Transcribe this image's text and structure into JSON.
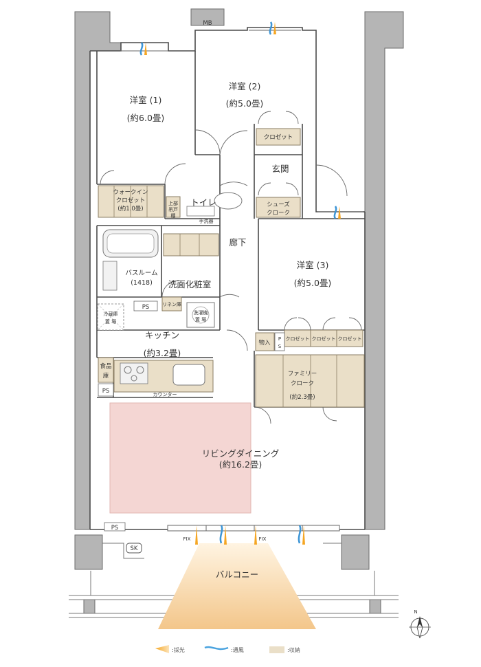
{
  "rooms": {
    "bedroom1": {
      "name": "洋室 (1)",
      "size": "(約6.0畳)"
    },
    "bedroom2": {
      "name": "洋室 (2)",
      "size": "(約5.0畳)"
    },
    "bedroom3": {
      "name": "洋室 (3)",
      "size": "(約5.0畳)"
    },
    "ldk": {
      "name": "リビングダイニング",
      "size": "(約16.2畳)"
    },
    "kitchen": {
      "name": "キッチン",
      "size": "(約3.2畳)"
    },
    "genkan": {
      "name": "玄関"
    },
    "toilet": {
      "name": "トイレ"
    },
    "corridor": {
      "name": "廊下"
    },
    "bathroom": {
      "name": "バスルーム",
      "size": "(1418)"
    },
    "washroom": {
      "name": "洗面化粧室"
    },
    "balcony": {
      "name": "バルコニー"
    }
  },
  "storage": {
    "closet": "クロゼット",
    "walkin_line1": "ウォークイン",
    "walkin_line2": "クロゼット",
    "walkin_line3": "(約1.0畳)",
    "shoes_line1": "シューズ",
    "shoes_line2": "クローク",
    "family_line1": "ファミリー",
    "family_line2": "クローク",
    "family_line3": "(約2.3畳)",
    "monoire": "物入",
    "linen": "リネン庫",
    "pantry_line1": "食品",
    "pantry_line2": "庫",
    "upper_cabinet_line1": "上部",
    "upper_cabinet_line2": "吊戸",
    "upper_cabinet_line3": "棚"
  },
  "fixtures": {
    "mb": "MB",
    "ps": "PS",
    "p_s_1": "P",
    "p_s_2": "S",
    "sk": "SK",
    "fix": "FIX",
    "counter": "カウンター",
    "hand_wash": "手洗器",
    "fridge_line1": "冷蔵庫",
    "fridge_line2": "置 場",
    "washer_line1": "洗濯機",
    "washer_line2": "置 場"
  },
  "compass": {
    "north": "N"
  },
  "legend": {
    "light": ":採光",
    "ventilation": ":通風",
    "storage": ":収納"
  },
  "colors": {
    "storage": "#eadfc8",
    "ldk": "#f4d6d3",
    "light": "#f5a623",
    "wind": "#4aa3df",
    "wall": "#b5b5b5"
  }
}
